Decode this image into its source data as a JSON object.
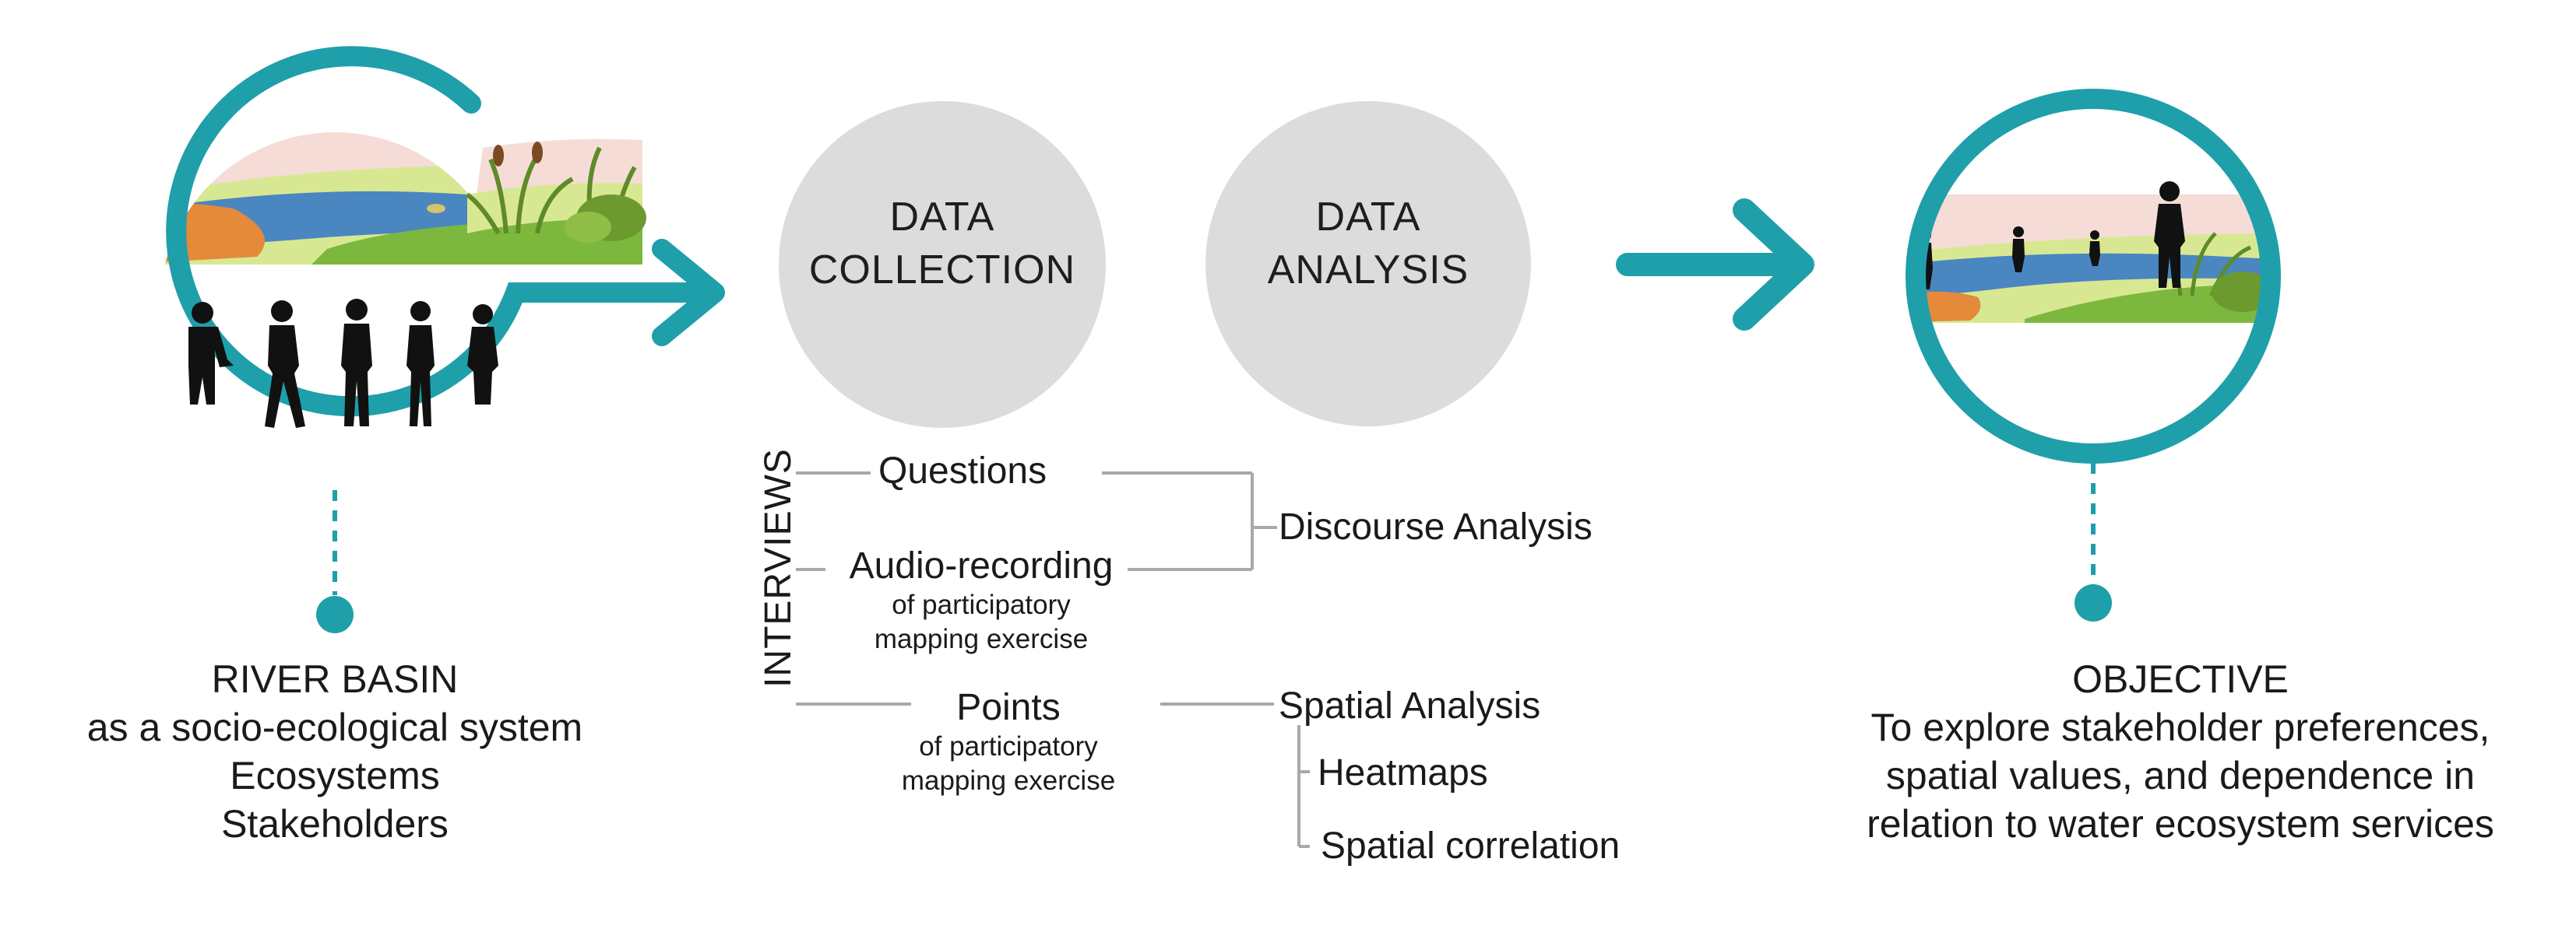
{
  "colors": {
    "teal": "#1f9faa",
    "bubble_grey": "#dcdcdc",
    "connector_grey": "#a9a9a9",
    "sky_pink": "#f5dcd6",
    "land_lime": "#d8e892",
    "land_green": "#7db83e",
    "water_blue": "#4a86c0",
    "bank_orange": "#e48a3a",
    "silhouette": "#111111"
  },
  "left_panel": {
    "image_icon": "river-landscape-with-stakeholders",
    "caption_lines": [
      "RIVER BASIN",
      "as a socio-ecological system",
      "Ecosystems",
      "Stakeholders"
    ]
  },
  "process": {
    "collection_lines": [
      "DATA",
      "COLLECTION"
    ],
    "analysis_lines": [
      "DATA",
      "ANALYSIS"
    ]
  },
  "interviews": {
    "vertical_label": "INTERVIEWS",
    "questions": "Questions",
    "audio_main": "Audio-recording",
    "audio_sub": [
      "of participatory",
      "mapping exercise"
    ],
    "points_main": "Points",
    "points_sub": [
      "of participatory",
      "mapping exercise"
    ]
  },
  "analyses": {
    "discourse": "Discourse Analysis",
    "spatial": "Spatial Analysis",
    "heatmaps": "Heatmaps",
    "correlation": "Spatial correlation"
  },
  "right_panel": {
    "image_icon": "river-landscape-with-figures",
    "caption_lines": [
      "OBJECTIVE",
      "To explore stakeholder preferences,",
      "spatial values, and dependence in",
      "relation to water ecosystem services"
    ]
  }
}
